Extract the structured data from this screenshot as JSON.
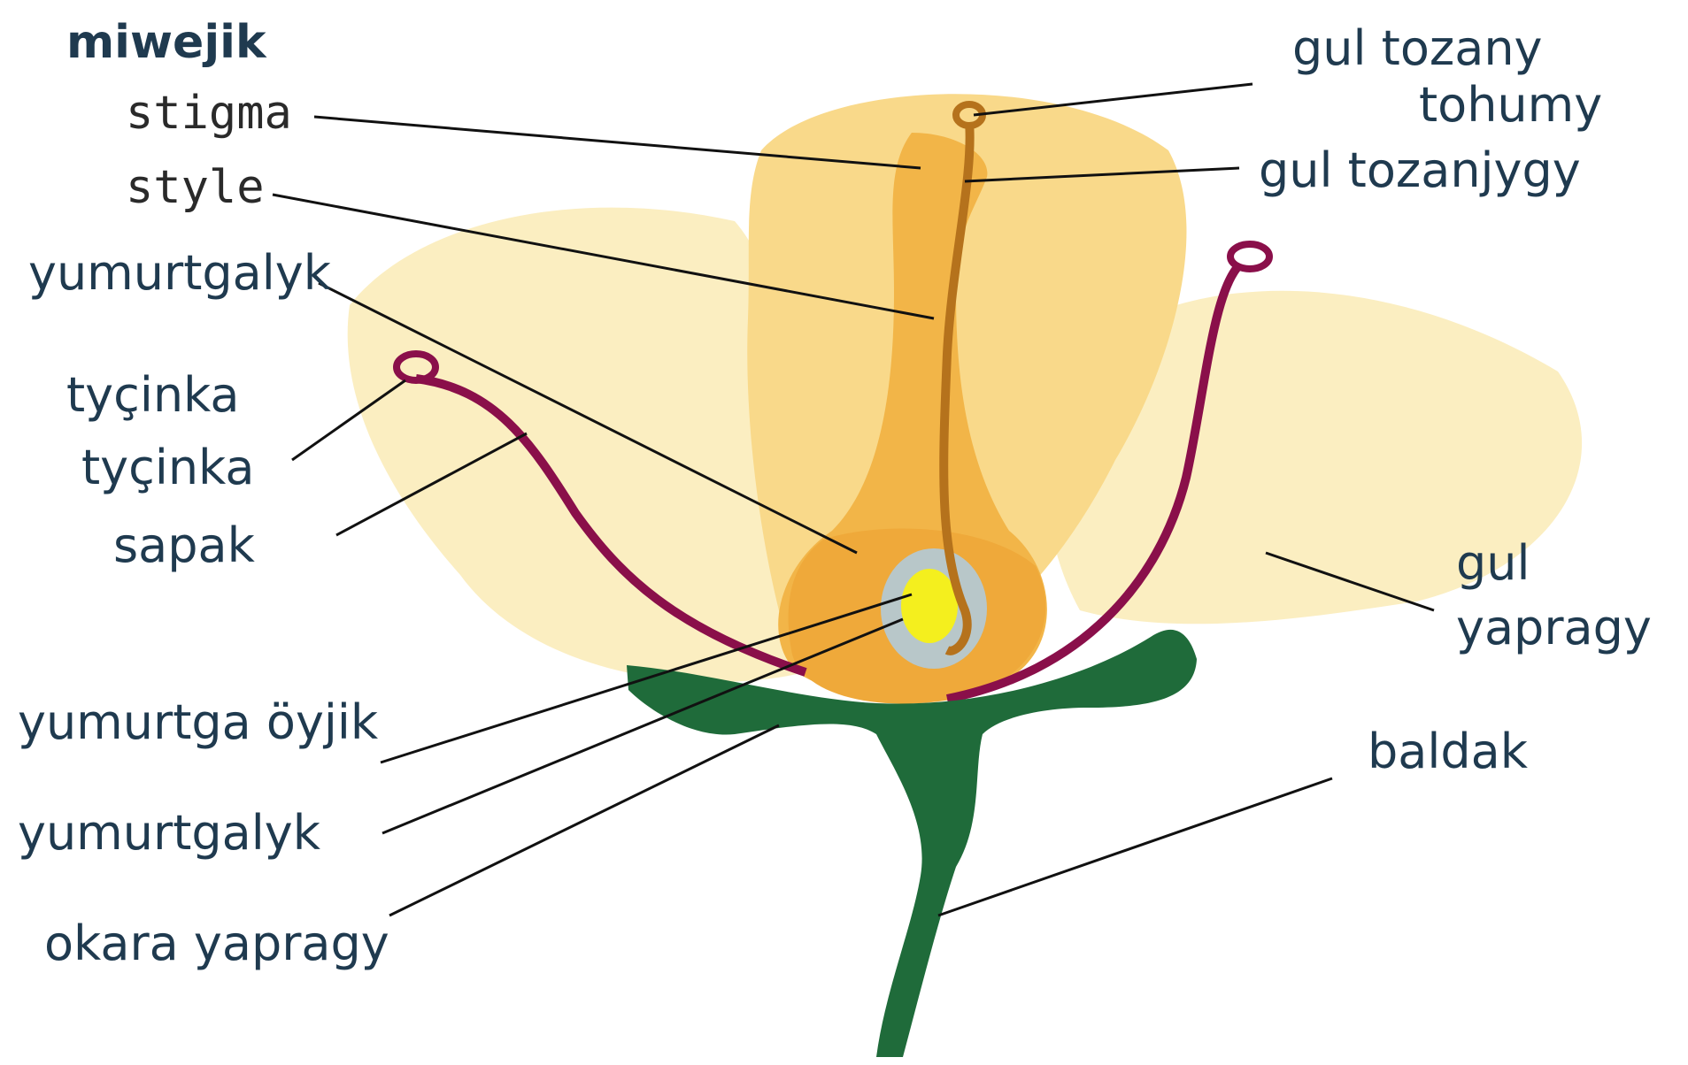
{
  "title": "miwejik",
  "labels": {
    "stigma": "stigma",
    "style": "style",
    "yumurtgalyk_top": "yumurtgalyk",
    "tycinka_1": "tyçinka",
    "tycinka_2": "tyçinka",
    "sapak": "sapak",
    "yumurtga_oyjik": "yumurtga öyjik",
    "yumurtgalyk_bottom": "yumurtgalyk",
    "okara_yapragy": "okara yapragy",
    "gul_tozany": "gul tozany",
    "tohumy": "tohumy",
    "gul_tozanjygy": "gul tozanjygy",
    "gul": "gul",
    "yapragy": "yapragy",
    "baldak": "baldak"
  },
  "colors": {
    "petal_light": "#fbeec1",
    "petal_mid": "#f9d98a",
    "pistil": "#f2b548",
    "style_line": "#b5721c",
    "stamen": "#8a0f4a",
    "sepal": "#1f6b3a",
    "ovule_outer": "#b8c7c9",
    "ovule_inner": "#f4ef1e",
    "leader": "#111111",
    "label_text": "#1f3a4f"
  }
}
